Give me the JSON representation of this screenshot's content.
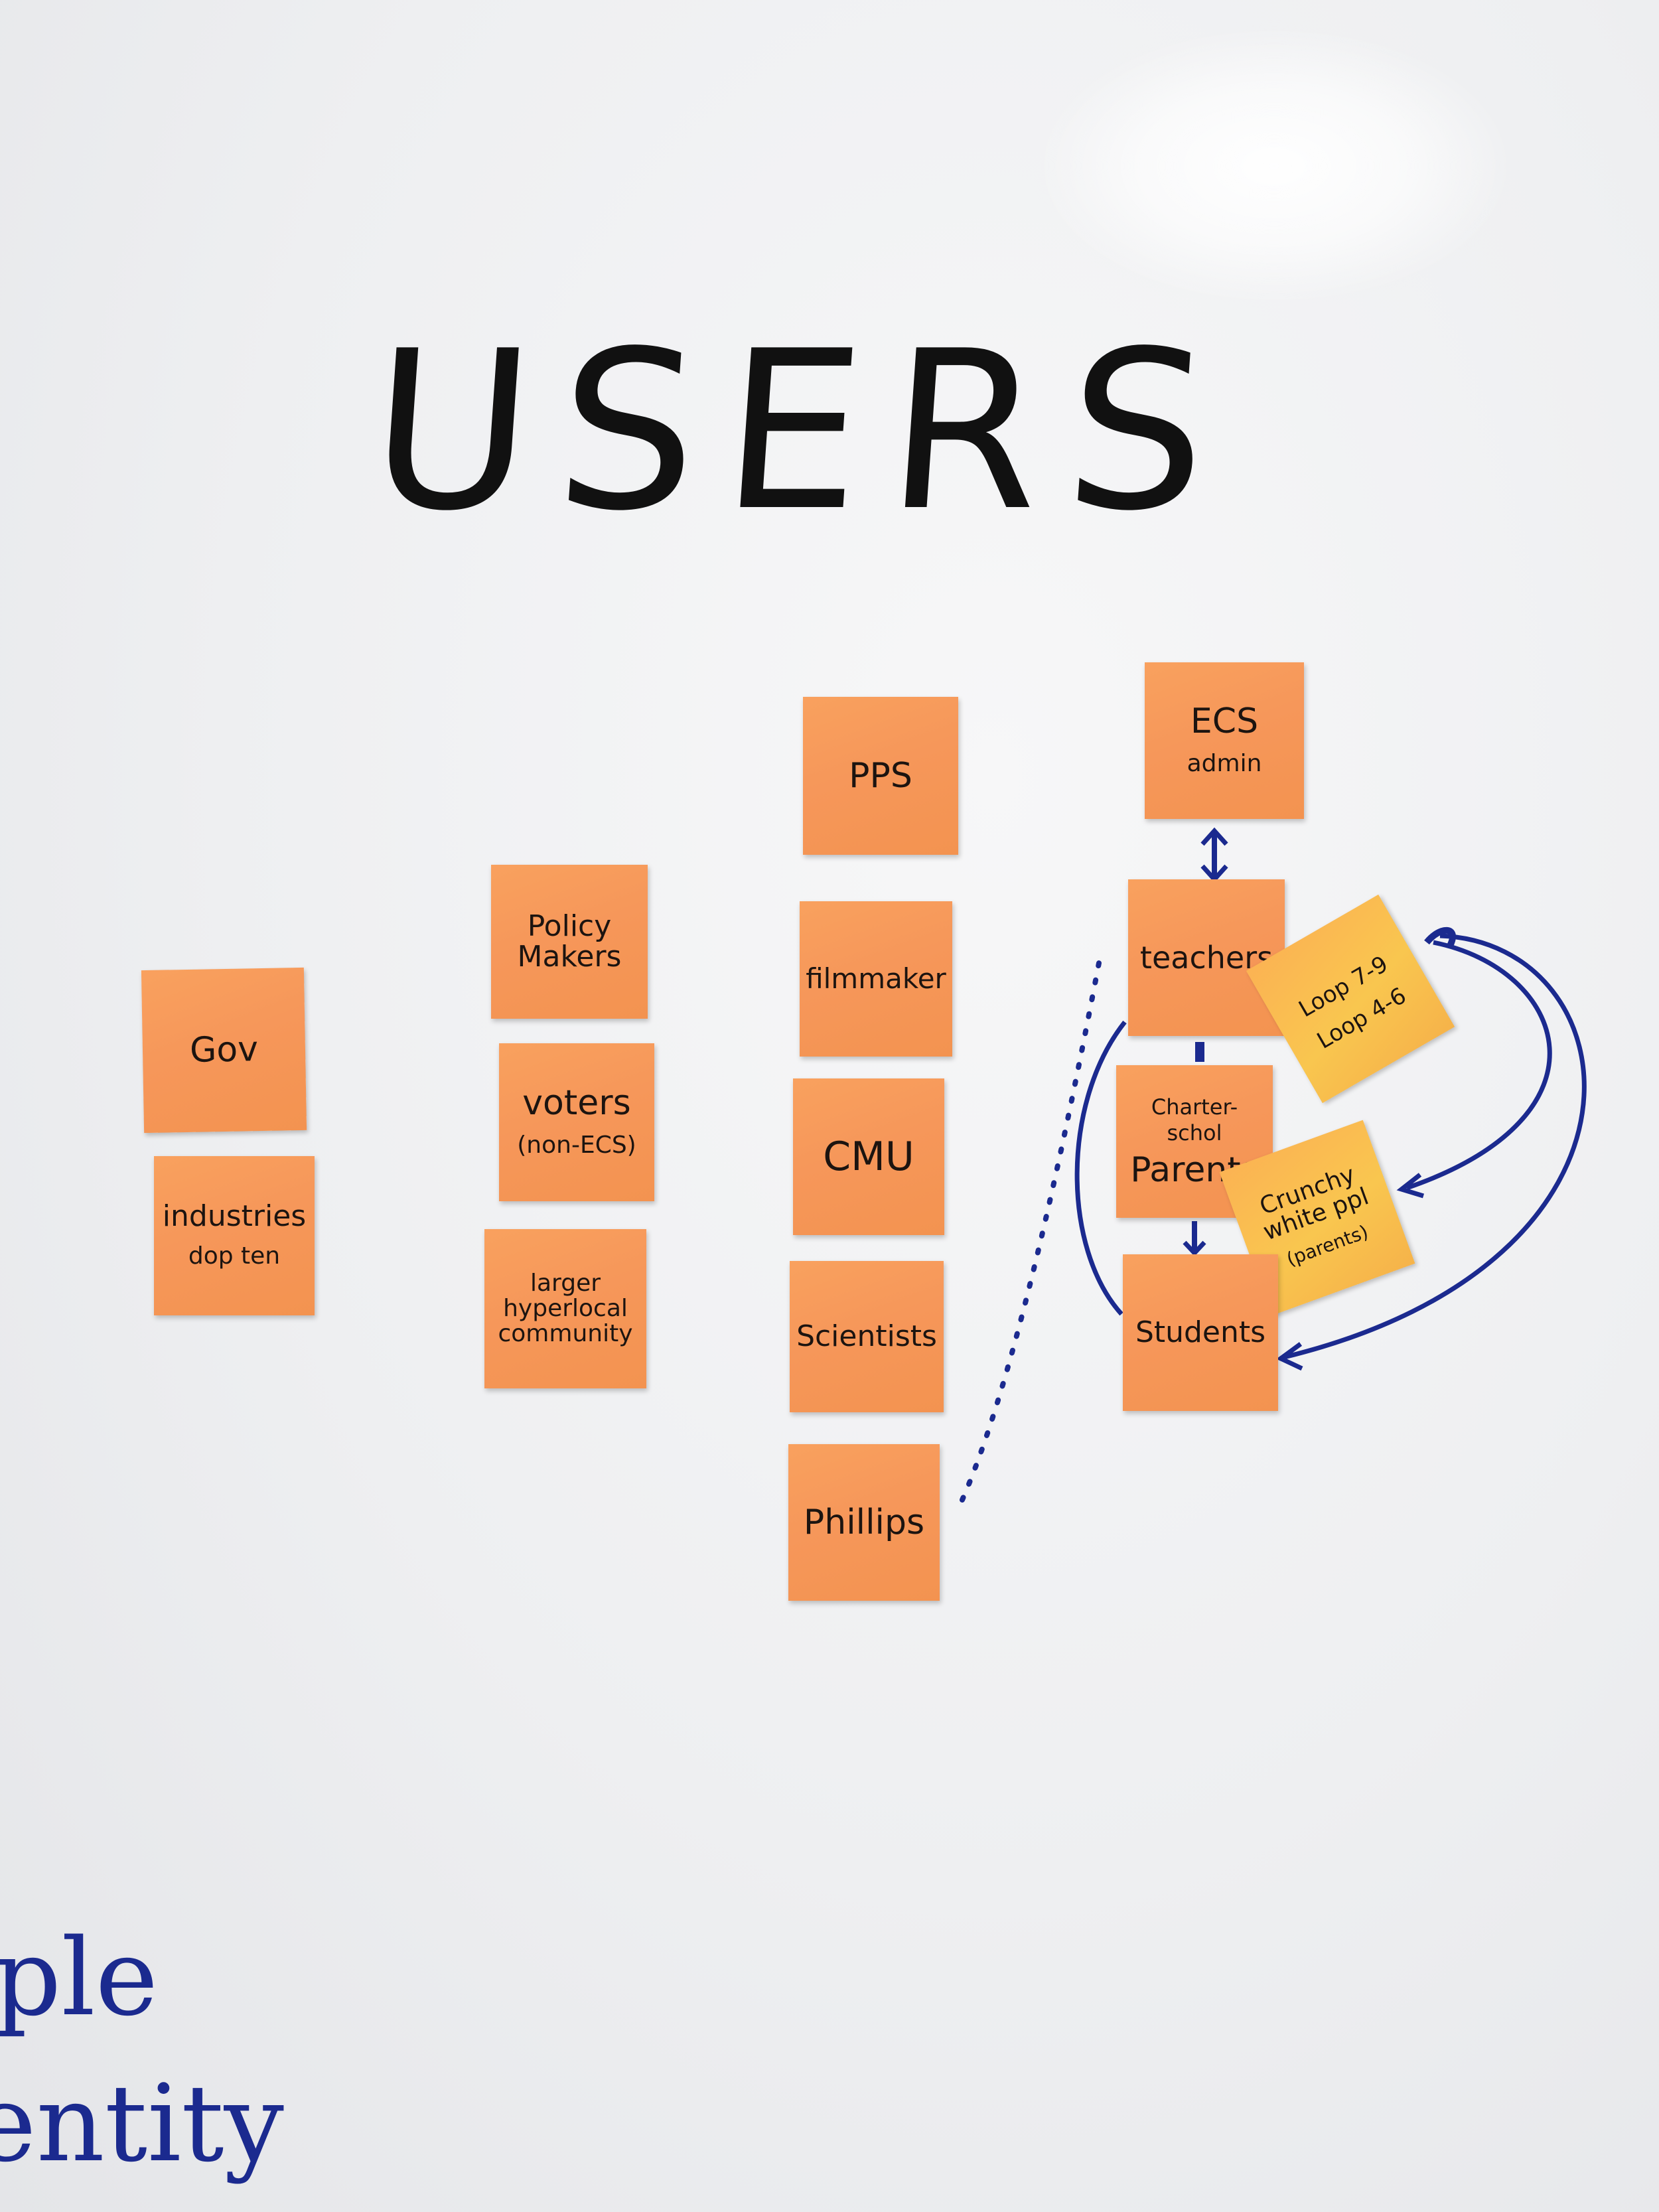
{
  "board": {
    "title": "USERS",
    "bottom_text": [
      "ple",
      "entity"
    ]
  },
  "notes": {
    "gov": {
      "line1": "Gov",
      "line2": ""
    },
    "industries": {
      "line1": "industries",
      "line2": "dop ten"
    },
    "policy": {
      "line1": "Policy Makers",
      "line2": ""
    },
    "voters": {
      "line1": "voters",
      "line2": "(non-ECS)"
    },
    "larger": {
      "line1": "larger hyperlocal community",
      "line2": ""
    },
    "pps": {
      "line1": "PPS",
      "line2": ""
    },
    "filmmaker": {
      "line1": "filmmaker",
      "line2": ""
    },
    "cmu": {
      "line1": "CMU",
      "line2": ""
    },
    "scientists": {
      "line1": "Scientists",
      "line2": ""
    },
    "phillips": {
      "line1": "Phillips",
      "line2": ""
    },
    "ecs": {
      "line1": "ECS",
      "line2": "admin"
    },
    "teachers": {
      "line1": "teachers",
      "line2": ""
    },
    "loop": {
      "line1": "Loop 7-9",
      "line2": "Loop 4-6"
    },
    "charter": {
      "line1": "Charter-schol",
      "line2": "Parents"
    },
    "crunchy": {
      "line1": "Crunchy white ppl",
      "line2": "(parents)"
    },
    "students": {
      "line1": "Students",
      "line2": ""
    }
  },
  "colors": {
    "note": "#f6975a",
    "marker_blue": "#1b2a8f",
    "marker_black": "#111111"
  }
}
